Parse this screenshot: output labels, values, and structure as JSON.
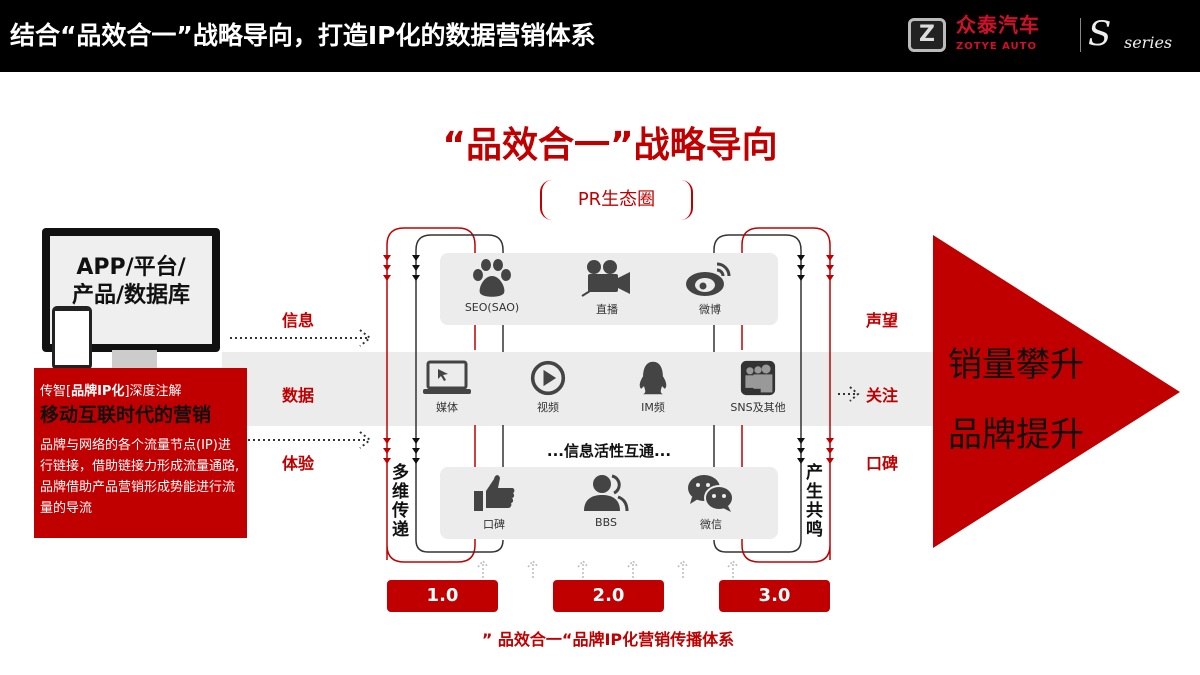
{
  "header": {
    "title": "结合“品效合一”战略导向，打造IP化的数据营销体系",
    "logo": {
      "cn": "众泰汽车",
      "en": "ZOTYE AUTO",
      "s": "S",
      "series": "series"
    }
  },
  "heading": "“品效合一”战略导向",
  "pr_label": "PR生态圈",
  "monitor_text": [
    "APP/平台/",
    "产品/数据库"
  ],
  "red_box": {
    "prefix": "传智[",
    "bold": "品牌IP化",
    "suffix": "]深度注解",
    "title": "移动互联时代的营销",
    "body": "品牌与网络的各个流量节点(IP)进行链接，借助链接力形成流量通路,品牌借助产品营销形成势能进行流量的导流"
  },
  "left_labels": [
    "信息",
    "数据",
    "体验"
  ],
  "right_labels": [
    "声望",
    "关注",
    "口碑"
  ],
  "top_row": [
    {
      "label": "SEO(SAO)",
      "icon": "paw-icon"
    },
    {
      "label": "直播",
      "icon": "movie-camera-icon"
    },
    {
      "label": "微博",
      "icon": "weibo-icon"
    }
  ],
  "mid_row": [
    {
      "label": "媒体",
      "icon": "laptop-icon"
    },
    {
      "label": "视频",
      "icon": "play-icon"
    },
    {
      "label": "IM频",
      "icon": "qq-penguin-icon"
    },
    {
      "label": "SNS及其他",
      "icon": "people-group-icon"
    }
  ],
  "bottom_row": [
    {
      "label": "口碑",
      "icon": "thumbs-up-icon"
    },
    {
      "label": "BBS",
      "icon": "users-icon"
    },
    {
      "label": "微信",
      "icon": "wechat-icon"
    }
  ],
  "middle_text": "...信息活性互通...",
  "left_vertical": "多维传递",
  "right_vertical": "产生共鸣",
  "versions": [
    "1.0",
    "2.0",
    "3.0"
  ],
  "result": [
    "销量攀升",
    "品牌提升"
  ],
  "caption": "” 品效合一“品牌IP化营销传播体系",
  "colors": {
    "accent": "#c00000",
    "band": "#ececec"
  }
}
